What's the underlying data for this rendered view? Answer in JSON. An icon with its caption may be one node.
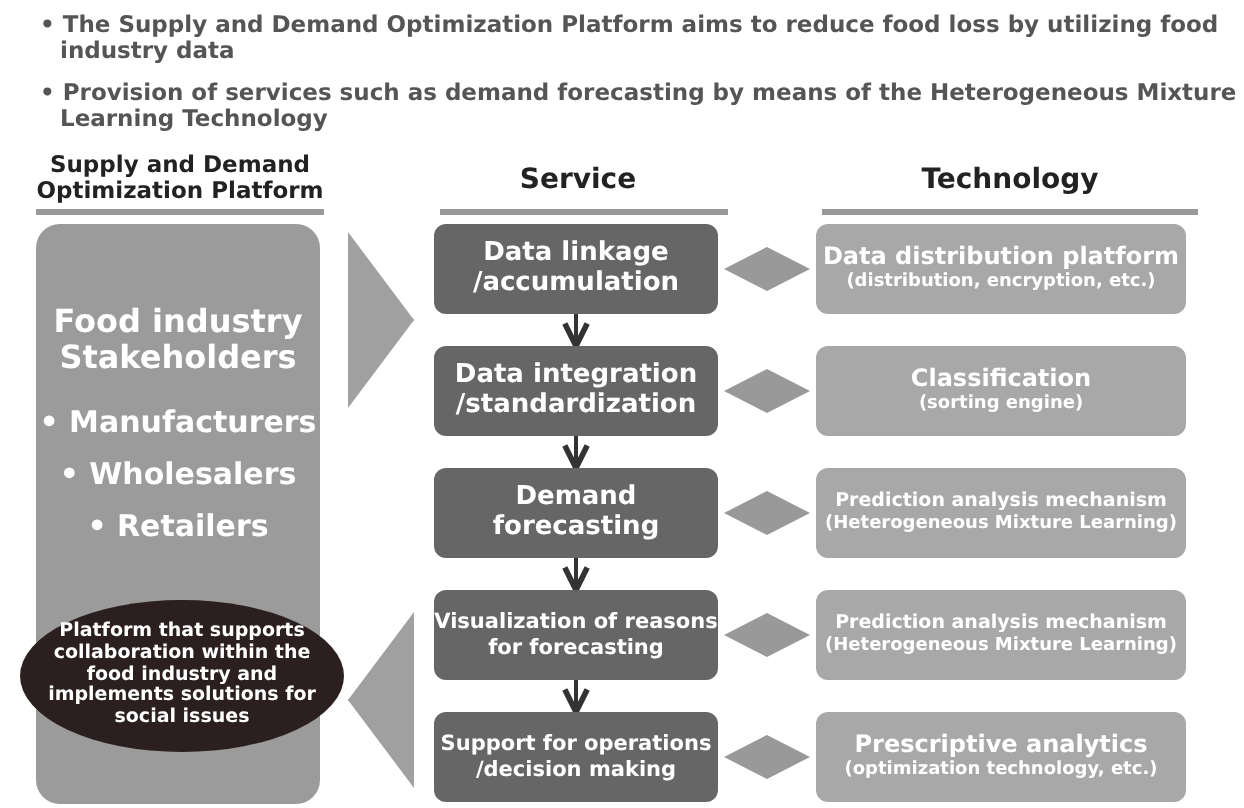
{
  "diagram": {
    "nodes": [
      {
        "text": [
          "Food industry Stakeholders",
          "• Manufacturers",
          "• Wholesalers",
          "• Retailers"
        ]
      },
      {
        "text": [
          "Platform that supports collaboration within the food industry and implements solutions for social issues"
        ],
        "in": 0
      },
      {
        "text": [
          "Data linkage /accumulation"
        ]
      },
      {
        "text": [
          "Data integration /standardization"
        ]
      },
      {
        "text": [
          "Demand forecasting"
        ]
      },
      {
        "text": [
          "Visualization of reasons for forecasting"
        ]
      },
      {
        "text": [
          "Support for operations /decision making"
        ]
      },
      {
        "text": [
          "Data distribution platform",
          "(distribution, encryption, etc.)"
        ]
      },
      {
        "text": [
          "Classification",
          "(sorting engine)"
        ]
      },
      {
        "text": [
          "Prediction analysis mechanism",
          "(Heterogeneous Mixture Learning)"
        ]
      },
      {
        "text": [
          "Prediction analysis mechanism",
          "(Heterogeneous Mixture Learning)"
        ]
      },
      {
        "text": [
          "Prescriptive analytics",
          "(optimization technology, etc.)"
        ]
      }
    ],
    "edges": [
      {
        "from": 0,
        "to": 2,
        "arrow": "to",
        "color": "#a0a0a0"
      },
      {
        "from": 5,
        "to": 1,
        "arrow": "to",
        "color": "#a0a0a0"
      },
      {
        "from": 2,
        "to": 3,
        "arrow": "to"
      },
      {
        "from": 3,
        "to": 4,
        "arrow": "to"
      },
      {
        "from": 4,
        "to": 5,
        "arrow": "to"
      },
      {
        "from": 5,
        "to": 6,
        "arrow": "to"
      },
      {
        "from": 2,
        "to": 7,
        "arrow": "both"
      },
      {
        "from": 3,
        "to": 8,
        "arrow": "both"
      },
      {
        "from": 4,
        "to": 9,
        "arrow": "both"
      },
      {
        "from": 5,
        "to": 10,
        "arrow": "both"
      },
      {
        "from": 6,
        "to": 11,
        "arrow": "both"
      }
    ],
    "labels": [
      "• The Supply and Demand Optimization Platform aims to reduce food loss by utilizing food industry data",
      "• Provision of services such as demand forecasting by means of the Heterogeneous Mixture Learning Technology",
      "Supply and Demand Optimization Platform",
      "Service",
      "Technology"
    ]
  }
}
